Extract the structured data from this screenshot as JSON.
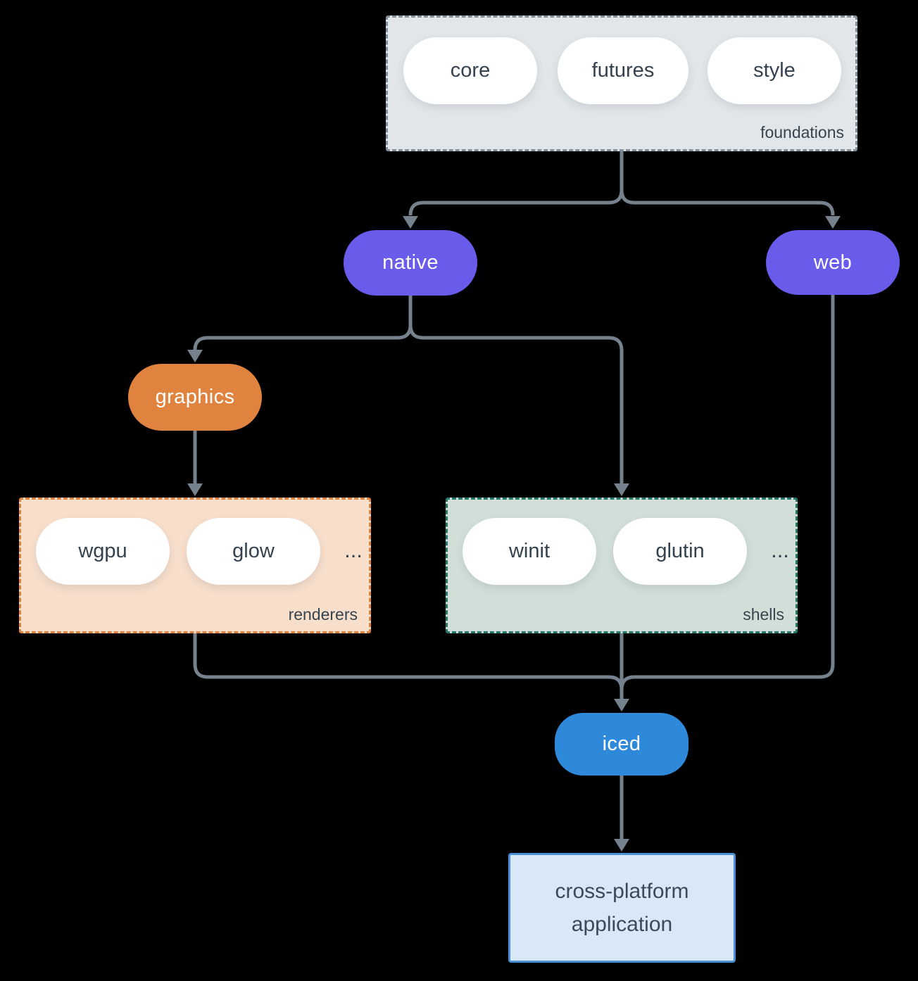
{
  "background": "#000000",
  "arrow_color": "#75828e",
  "groups": {
    "foundations": {
      "label": "foundations",
      "pills": [
        "core",
        "futures",
        "style"
      ],
      "fill": "#e2e6e9",
      "border_color": "#828f9c"
    },
    "renderers": {
      "label": "renderers",
      "pills": [
        "wgpu",
        "glow"
      ],
      "ellipsis": "...",
      "fill": "#f8dfcc",
      "border_color": "#e0823f"
    },
    "shells": {
      "label": "shells",
      "pills": [
        "winit",
        "glutin"
      ],
      "ellipsis": "...",
      "fill": "#d2dfd9",
      "border_color": "#22796a"
    }
  },
  "nodes": {
    "native": {
      "label": "native",
      "fill": "#6a5ceb"
    },
    "web": {
      "label": "web",
      "fill": "#6a5ceb"
    },
    "graphics": {
      "label": "graphics",
      "fill": "#e0833f"
    },
    "iced": {
      "label": "iced",
      "fill": "#2e89db"
    },
    "application": {
      "line1": "cross-platform",
      "line2": "application",
      "fill": "#d8e8f8",
      "border_color": "#4a90d8"
    }
  }
}
